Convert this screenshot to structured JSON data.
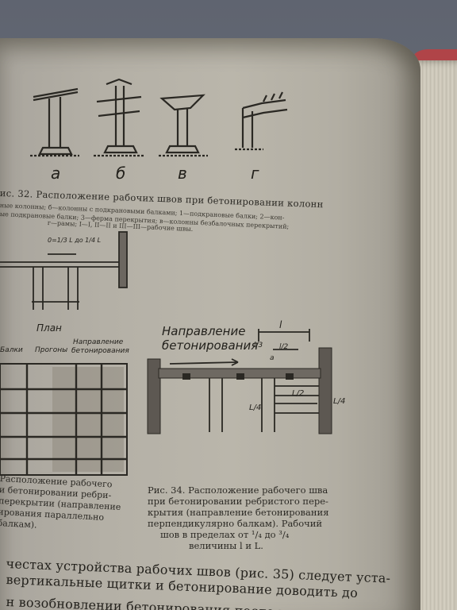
{
  "figure32": {
    "labels": [
      "а",
      "б",
      "в",
      "г"
    ],
    "caption": "ис. 32. Расположение рабочих швов при бетонировании колонн",
    "caption_sub_1": "ные колонны; б—колонны с подкрановыми балками; 1—подкрановые балки; 2—кон-",
    "caption_sub_2": "ые подкрановые балки; 3—ферма перекрытия; в—колонны безбалочных перекрытий;",
    "caption_sub_3": "г—рамы; I—I, II—II и III—III—рабочие швы."
  },
  "figure33": {
    "plan_label": "План",
    "label_beams": "Балки",
    "label_purlins": "Прогоны",
    "label_direction_1": "Направление",
    "label_direction_2": "бетонирования",
    "dim_formula": "0=1/3 L до 1/4 L",
    "caption": [
      "Расположение рабочего",
      "и бетонировании ребри-",
      "перекрытии (направление",
      "ирования параллельно",
      "балкам)."
    ]
  },
  "figure34": {
    "direction_1": "Направление",
    "direction_2": "бетонирования",
    "dim_l": "l",
    "dim_l3": "l/3",
    "dim_l2": "l/2",
    "dim_a": "a",
    "dim_L2": "L/2",
    "dim_L4a": "L/4",
    "dim_L4b": "L/4",
    "caption": [
      "Рис. 34.  Расположение рабочего шва",
      "при бетонировании ребристого пере-",
      "крытия (направление бетонирования",
      "перпендикулярно балкам). Рабочий",
      "шов в пределах от ¹/₄ до ³/₄",
      "величины l и L."
    ]
  },
  "body_text": [
    "честах устройства рабочих швов (рис. 35) следует уста-",
    "вертикальные щитки и бетонирование доводить до",
    "н возобновлении бетонирования после перерыва по-"
  ]
}
